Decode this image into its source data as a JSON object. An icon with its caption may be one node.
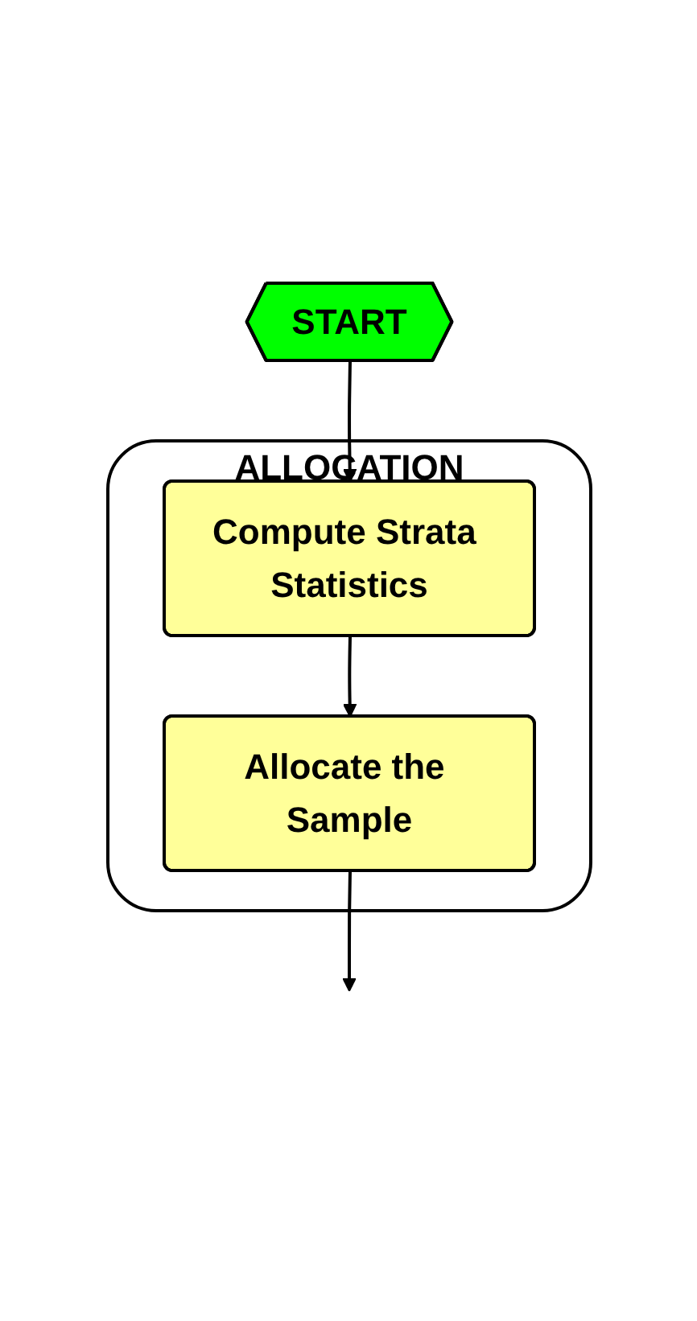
{
  "diagram": {
    "nodes": [
      {
        "text": [
          "START"
        ]
      },
      {
        "text": [
          "ALLOCATION"
        ]
      },
      {
        "text": [
          "Compute Strata Statistics"
        ],
        "in": 1
      },
      {
        "text": [
          "Allocate the Sample"
        ],
        "in": 1
      }
    ],
    "edges": [
      {
        "from": 0,
        "to": 2,
        "arrow": "to"
      },
      {
        "from": 2,
        "to": 3,
        "arrow": "to"
      },
      {
        "from": 3,
        "to": null,
        "arrow": "to"
      }
    ]
  }
}
